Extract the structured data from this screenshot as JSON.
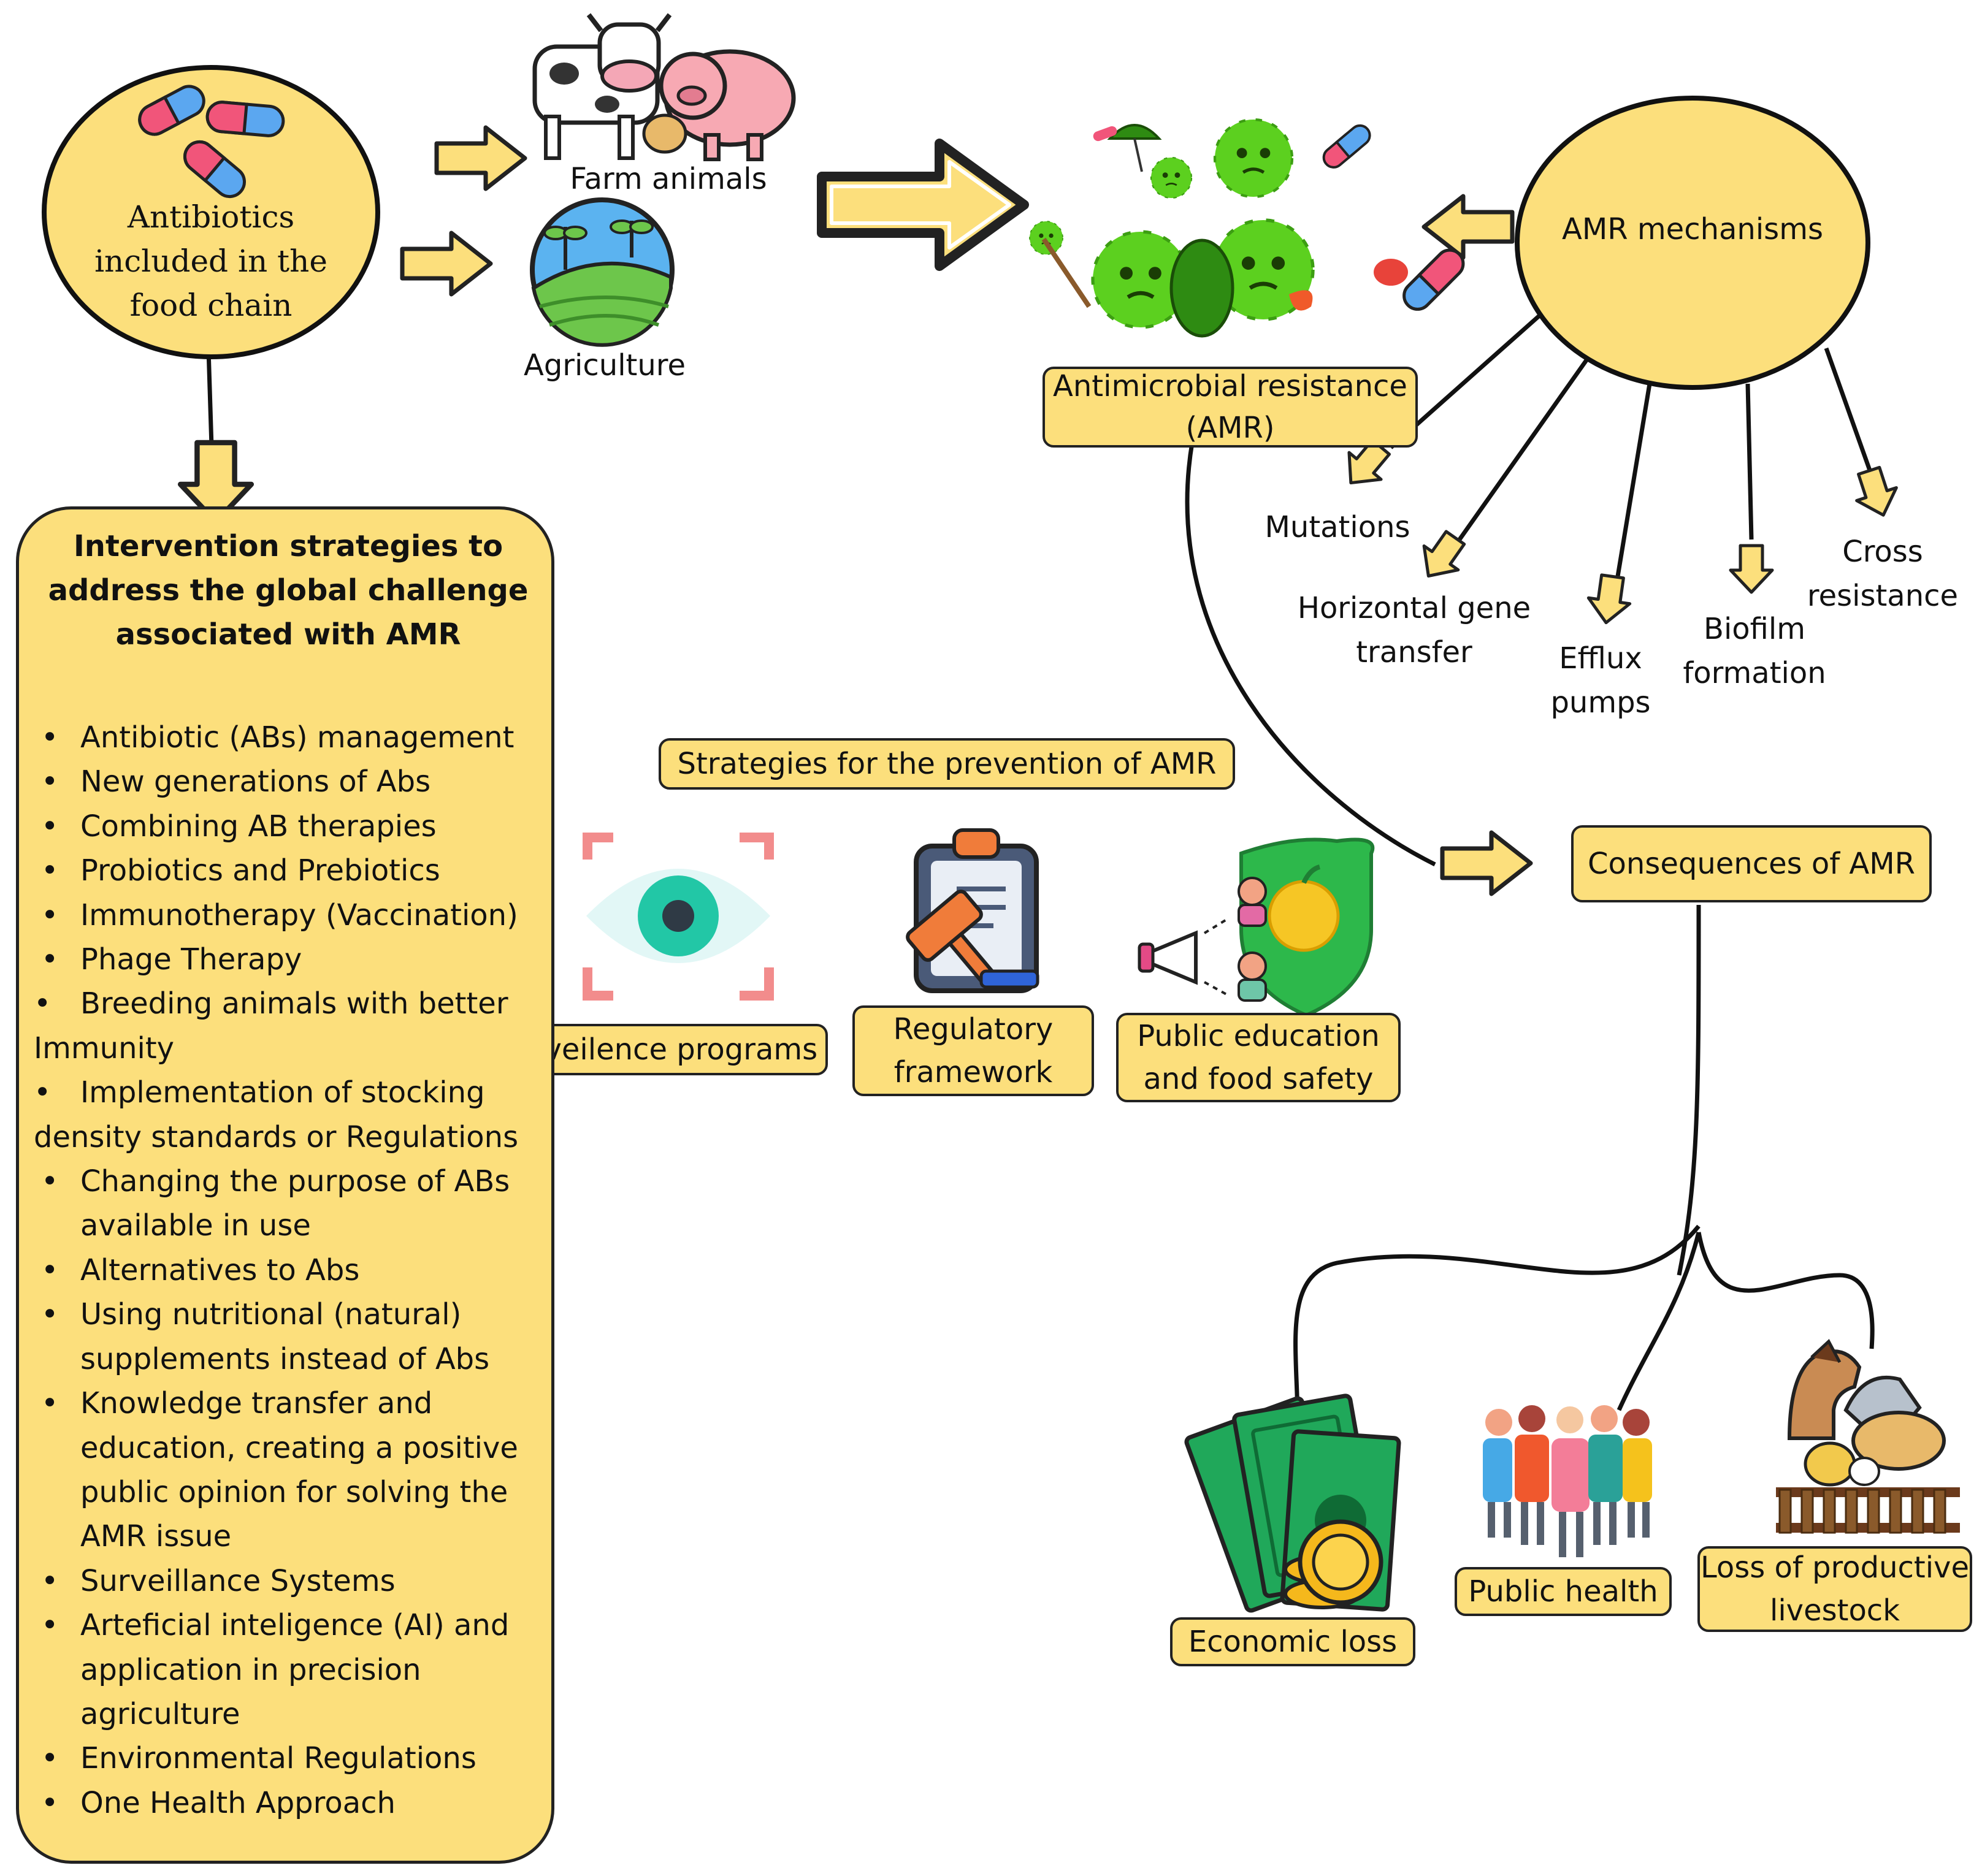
{
  "nodes": {
    "antibiotics": "Antibiotics included in the food chain",
    "farm_animals": "Farm animals",
    "agriculture": "Agriculture",
    "amr": "Antimicrobial resistance (AMR)",
    "amr_mechanisms": "AMR mechanisms",
    "strategies_prevention": "Strategies for the prevention of AMR",
    "surveillance": "Surveilence programs",
    "regulatory": "Regulatory framework",
    "public_education": "Public education and food safety",
    "consequences": "Consequences of AMR",
    "economic_loss": "Economic loss",
    "public_health": "Public health",
    "loss_livestock": "Loss of productive livestock"
  },
  "mechanisms": {
    "mutations": "Mutations",
    "hgt": "Horizontal gene transfer",
    "efflux": "Efflux pumps",
    "biofilm": "Biofilm formation",
    "cross": "Cross resistance"
  },
  "intervention": {
    "title": "Intervention strategies to address the global challenge associated with AMR",
    "bullet": "•",
    "items": [
      "Antibiotic (ABs) management",
      "New generations of Abs",
      "Combining AB therapies",
      "Probiotics and Prebiotics",
      "Immunotherapy (Vaccination)",
      "Phage Therapy",
      "Breeding animals with better Immunity",
      "Implementation of stocking density standards or Regulations",
      "Changing the purpose of ABs available in use",
      "Alternatives to Abs",
      "Using nutritional (natural) supplements instead of Abs",
      "Knowledge transfer and education, creating a positive public opinion for solving the AMR issue",
      "Surveillance Systems",
      "Arteficial inteligence (AI) and application in precision agriculture",
      "Environmental Regulations",
      "One Health Approach"
    ]
  },
  "icons": {
    "pills": "pills-icon",
    "farm": "cow-pig-chicken-icon",
    "agri": "field-sprout-icon",
    "bacteria": "bacteria-cluster-icon",
    "eye": "eye-scan-icon",
    "gavel": "gavel-clipboard-icon",
    "shield": "shield-apple-megaphone-icon",
    "money": "money-coins-icon",
    "people": "crowd-icon",
    "livestock": "horse-goat-fence-icon"
  },
  "colors": {
    "fill": "#FCDF7C",
    "stroke": "#222222",
    "bacteria": "#5CD01F",
    "pill_red": "#F1557A",
    "pill_blue": "#5BA7F0"
  }
}
